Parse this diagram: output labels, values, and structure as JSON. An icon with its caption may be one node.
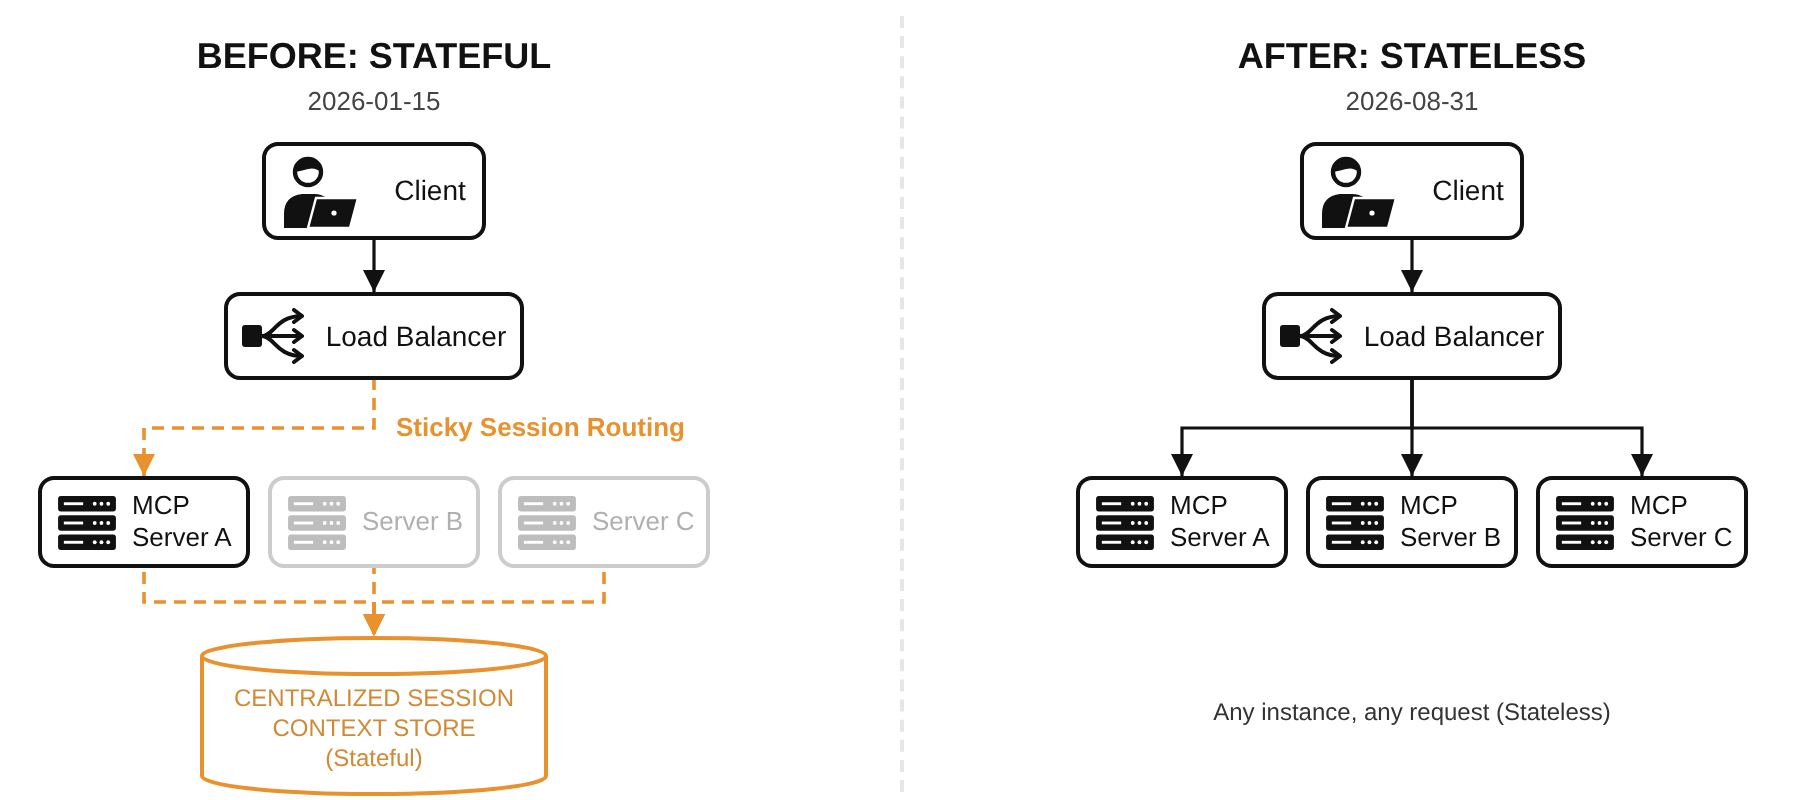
{
  "diagram": {
    "nodes": [
      {
        "text": [
          "Client"
        ]
      },
      {
        "text": [
          "Load Balancer"
        ]
      },
      {
        "text": [
          "MCP Server A"
        ]
      },
      {
        "text": [
          "Server B"
        ]
      },
      {
        "text": [
          "Server C"
        ]
      },
      {
        "text": [
          "CENTRALIZED SESSION CONTEXT STORE",
          "(Stateful)"
        ]
      },
      {
        "text": [
          "Client"
        ]
      },
      {
        "text": [
          "Load Balancer"
        ]
      },
      {
        "text": [
          "MCP Server A"
        ]
      },
      {
        "text": [
          "MCP Server B"
        ]
      },
      {
        "text": [
          "MCP Server C"
        ]
      }
    ],
    "edges": [
      {
        "from": 0,
        "to": 1,
        "arrow": "to"
      },
      {
        "from": 1,
        "to": 2,
        "arrow": "to",
        "label": "Sticky Session Routing",
        "style": "dashed",
        "color": "#e8912d"
      },
      {
        "from": 2,
        "to": 5,
        "arrow": "to",
        "style": "dashed",
        "color": "#e8912d"
      },
      {
        "from": 3,
        "to": 5,
        "arrow": "to",
        "style": "dashed",
        "color": "#e8912d"
      },
      {
        "from": 4,
        "to": 5,
        "arrow": "to",
        "style": "dashed",
        "color": "#e8912d"
      },
      {
        "from": 6,
        "to": 7,
        "arrow": "to"
      },
      {
        "from": 7,
        "to": 8,
        "arrow": "to"
      },
      {
        "from": 7,
        "to": 9,
        "arrow": "to"
      },
      {
        "from": 7,
        "to": 10,
        "arrow": "to"
      }
    ],
    "labels": [
      "BEFORE: STATEFUL",
      "2026-01-15",
      "AFTER: STATELESS",
      "2026-08-31",
      "Any instance, any request (Stateless)"
    ]
  }
}
